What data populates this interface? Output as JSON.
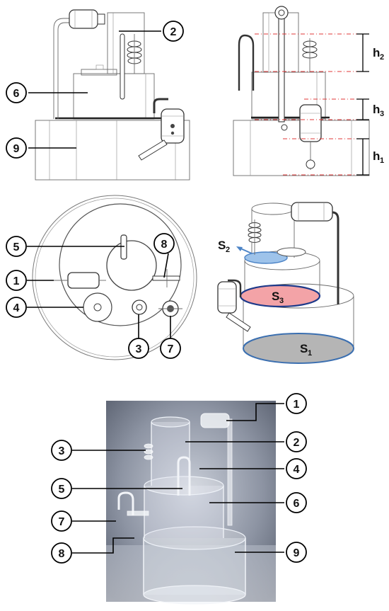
{
  "callouts_front": [
    "2",
    "6",
    "9"
  ],
  "dimensions": {
    "h2": {
      "main": "h",
      "sub": "2"
    },
    "h3": {
      "main": "h",
      "sub": "3"
    },
    "h1": {
      "main": "h",
      "sub": "1"
    }
  },
  "callouts_top": [
    "5",
    "8",
    "1",
    "4",
    "3",
    "7"
  ],
  "surfaces": {
    "s2": {
      "main": "S",
      "sub": "2"
    },
    "s3": {
      "main": "S",
      "sub": "3"
    },
    "s1": {
      "main": "S",
      "sub": "1"
    }
  },
  "callouts_photo": [
    "1",
    "2",
    "3",
    "4",
    "5",
    "6",
    "7",
    "8",
    "9"
  ],
  "colors": {
    "dimension_lines": "#e23a3a",
    "surface_s3": "#f3a3a7",
    "surface_s2": "#9ec3ea",
    "surface_s1": "#b5b5b5",
    "photo_bg": "#6d7584"
  }
}
